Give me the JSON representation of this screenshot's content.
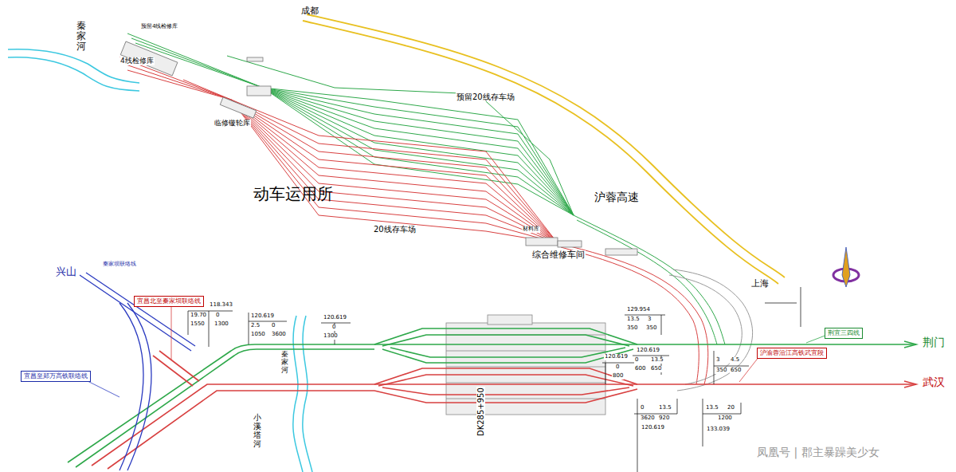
{
  "diagram": {
    "nodes": [
      {
        "text": [
          "宜昌北至秦家坝联络线"
        ]
      },
      {
        "text": [
          "宜昌至郑万高铁联络线"
        ]
      },
      {
        "text": [
          "荆宜三四线"
        ]
      },
      {
        "text": [
          "沪渝蓉沿江高铁武宜段"
        ]
      }
    ],
    "labels": [
      "秦家河",
      "成都",
      "预留4线检修库",
      "4线检修库",
      "临修镟轮库",
      "动车运用所",
      "预留20线存车场",
      "20线存车场",
      "沪蓉高速",
      "上海",
      "综合维修车间",
      "材料库",
      "兴山",
      "秦家坝联络线",
      "DK285+950",
      "小溪塔河",
      "秦家河",
      "荆门",
      "武汉",
      "凤凰号 | 郡主暴躁美少女",
      "118.343",
      "19.70",
      "0",
      "1550",
      "1300",
      "120.619",
      "2.5",
      "0",
      "1050",
      "3600",
      "120.619",
      "0",
      "1300",
      "120.619",
      "0",
      "800",
      "120.619",
      "0",
      "13.5",
      "600",
      "650",
      "129.954",
      "13.5",
      "3",
      "350",
      "350",
      "3",
      "4.5",
      "350",
      "650",
      "0",
      "13.5",
      "3620",
      "920",
      "120.619",
      "13.5",
      "20",
      "1200",
      "133.039"
    ]
  }
}
